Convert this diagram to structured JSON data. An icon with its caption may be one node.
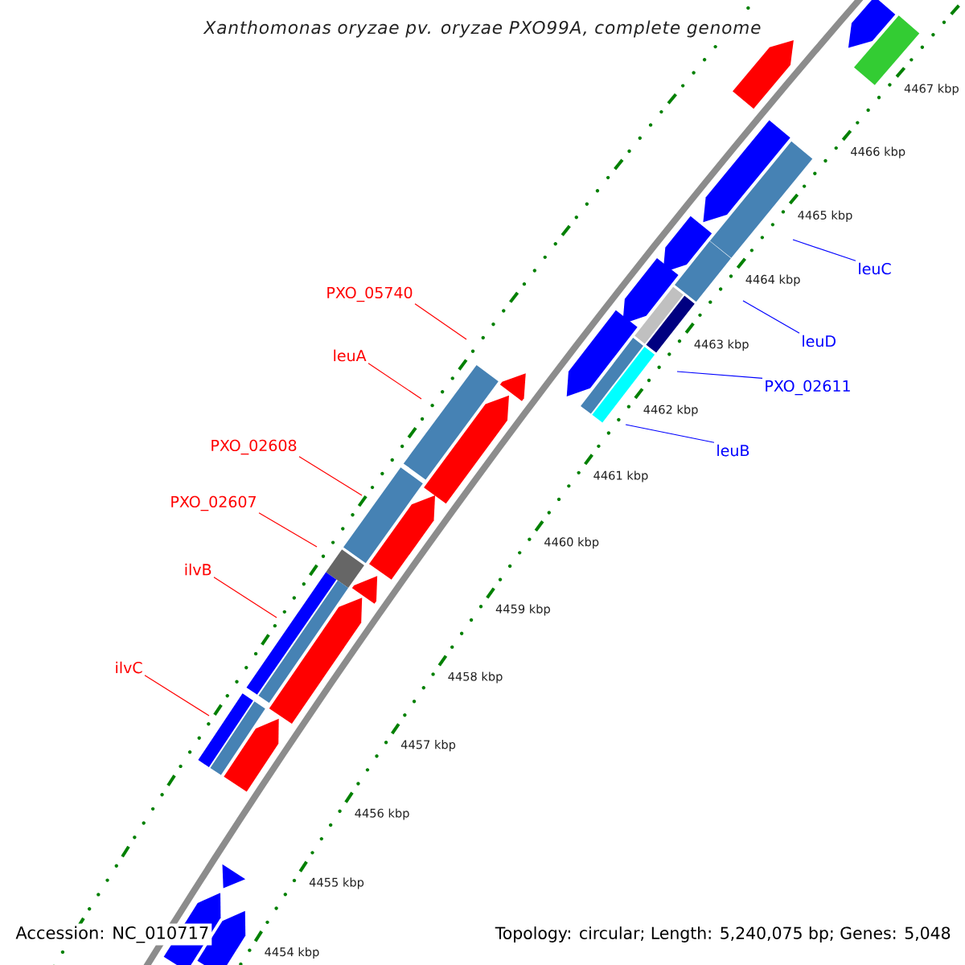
{
  "diagram": {
    "title": "Xanthomonas oryzae pv. oryzae PXO99A, complete genome",
    "nodes": [
      {
        "text": [
          "leuC"
        ]
      },
      {
        "text": [
          "PXO_05740"
        ]
      },
      {
        "text": [
          "leuD"
        ]
      },
      {
        "text": [
          "leuA"
        ]
      },
      {
        "text": [
          "PXO_02611"
        ]
      },
      {
        "text": [
          "PXO_02608"
        ]
      },
      {
        "text": [
          "leuB"
        ]
      },
      {
        "text": [
          "PXO_02607"
        ]
      },
      {
        "text": [
          "ilvB"
        ]
      },
      {
        "text": [
          "ilvC"
        ]
      }
    ],
    "edges": [
      {
        "from": 0,
        "to": null,
        "arrow": "none",
        "color": "#0000ff"
      },
      {
        "from": 1,
        "to": null,
        "arrow": "none"
      },
      {
        "from": 2,
        "to": null,
        "arrow": "none",
        "color": "#0000ff"
      },
      {
        "from": 3,
        "to": null,
        "arrow": "none"
      },
      {
        "from": 4,
        "to": null,
        "arrow": "none",
        "color": "#0000ff"
      },
      {
        "from": 5,
        "to": null,
        "arrow": "none"
      },
      {
        "from": 6,
        "to": null,
        "arrow": "none",
        "color": "#0000ff"
      },
      {
        "from": 7,
        "to": null,
        "arrow": "none"
      },
      {
        "from": 8,
        "to": null,
        "arrow": "none"
      },
      {
        "from": 9,
        "to": null,
        "arrow": "none"
      }
    ],
    "labels": [
      "4467 kbp",
      "4466 kbp",
      "4465 kbp",
      "4464 kbp",
      "4463 kbp",
      "4462 kbp",
      "4461 kbp",
      "4460 kbp",
      "4459 kbp",
      "4458 kbp",
      "4457 kbp",
      "4456 kbp",
      "4455 kbp",
      "4454 kbp",
      "Accession: NC_010717",
      "Topology: circular; Length: 5,240,075 bp; Genes: 5,048"
    ]
  }
}
